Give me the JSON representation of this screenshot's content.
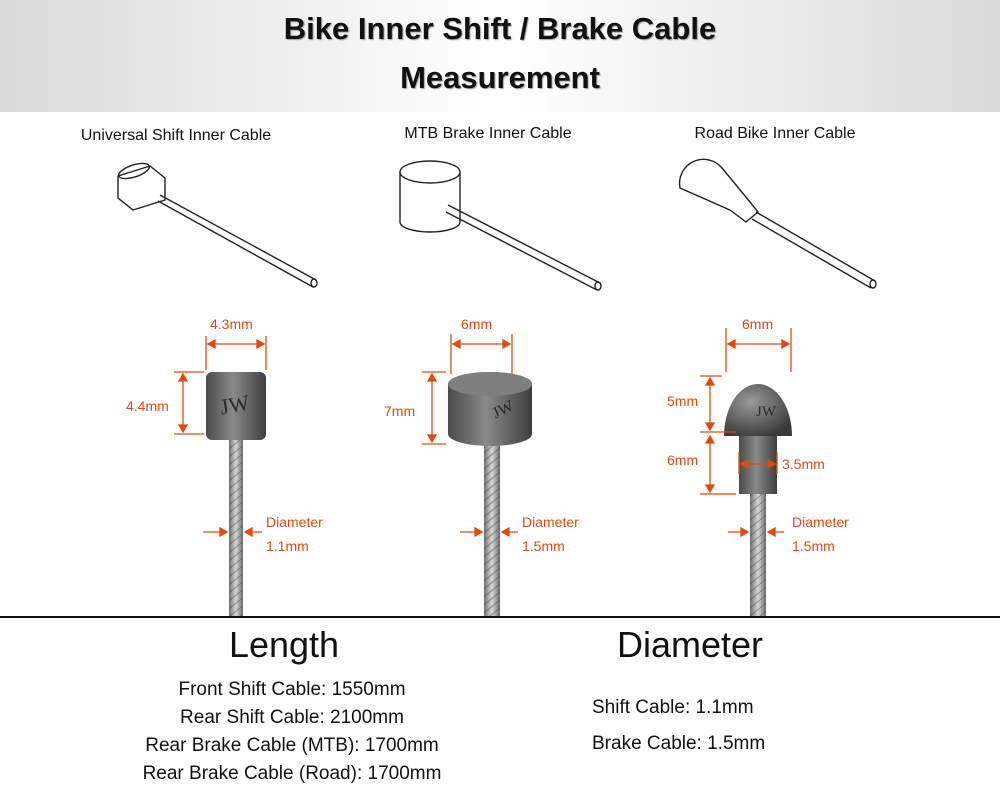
{
  "header": {
    "title_line1": "Bike Inner Shift / Brake Cable",
    "title_line2": "Measurement"
  },
  "cables": [
    {
      "label": "Universal Shift Inner Cable",
      "head_width": "4.3mm",
      "head_height": "4.4mm",
      "diameter_label": "Diameter",
      "diameter_value": "1.1mm"
    },
    {
      "label": "MTB Brake Inner Cable",
      "head_width": "6mm",
      "head_height": "7mm",
      "diameter_label": "Diameter",
      "diameter_value": "1.5mm"
    },
    {
      "label": "Road Bike Inner Cable",
      "head_width": "6mm",
      "head_dome_height": "5mm",
      "head_neck_height": "6mm",
      "head_neck_width": "3.5mm",
      "diameter_label": "Diameter",
      "diameter_value": "1.5mm"
    }
  ],
  "head_marking": "JW",
  "colors": {
    "dimension": "#e04a10",
    "text": "#111111"
  },
  "length": {
    "heading": "Length",
    "items": [
      "Front Shift Cable: 1550mm",
      "Rear Shift Cable: 2100mm",
      "Rear Brake Cable (MTB): 1700mm",
      "Rear Brake Cable (Road): 1700mm"
    ]
  },
  "diameter": {
    "heading": "Diameter",
    "items": [
      "Shift Cable: 1.1mm",
      "Brake Cable: 1.5mm"
    ]
  }
}
